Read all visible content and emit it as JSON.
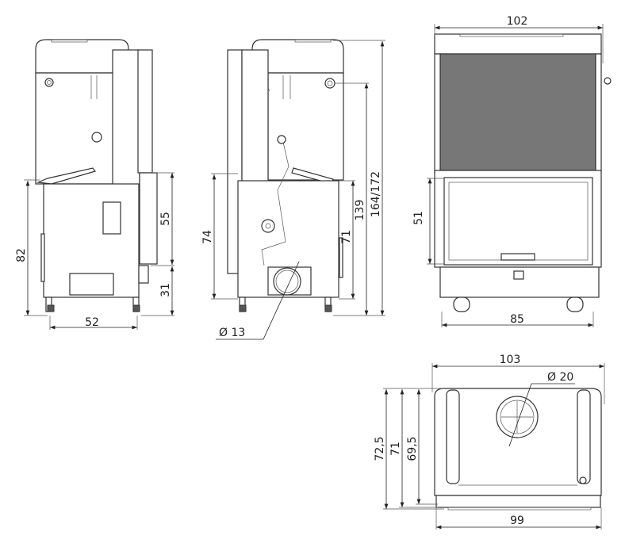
{
  "title": "Fireplace insert dimension drawing",
  "views": {
    "side_left": {
      "height_82": "82",
      "width_52": "52",
      "height_55": "55",
      "height_31": "31"
    },
    "side_right": {
      "height_74": "74",
      "height_71": "71",
      "height_139": "139",
      "height_total": "164/172",
      "flue_diameter": "Ø 13"
    },
    "front": {
      "width_102": "102",
      "glass_height_51": "51",
      "width_85": "85"
    },
    "top": {
      "width_103": "103",
      "flue_diameter": "Ø 20",
      "depth_72_5": "72,5",
      "depth_71": "71",
      "depth_69_5": "69,5",
      "width_99": "99"
    }
  }
}
